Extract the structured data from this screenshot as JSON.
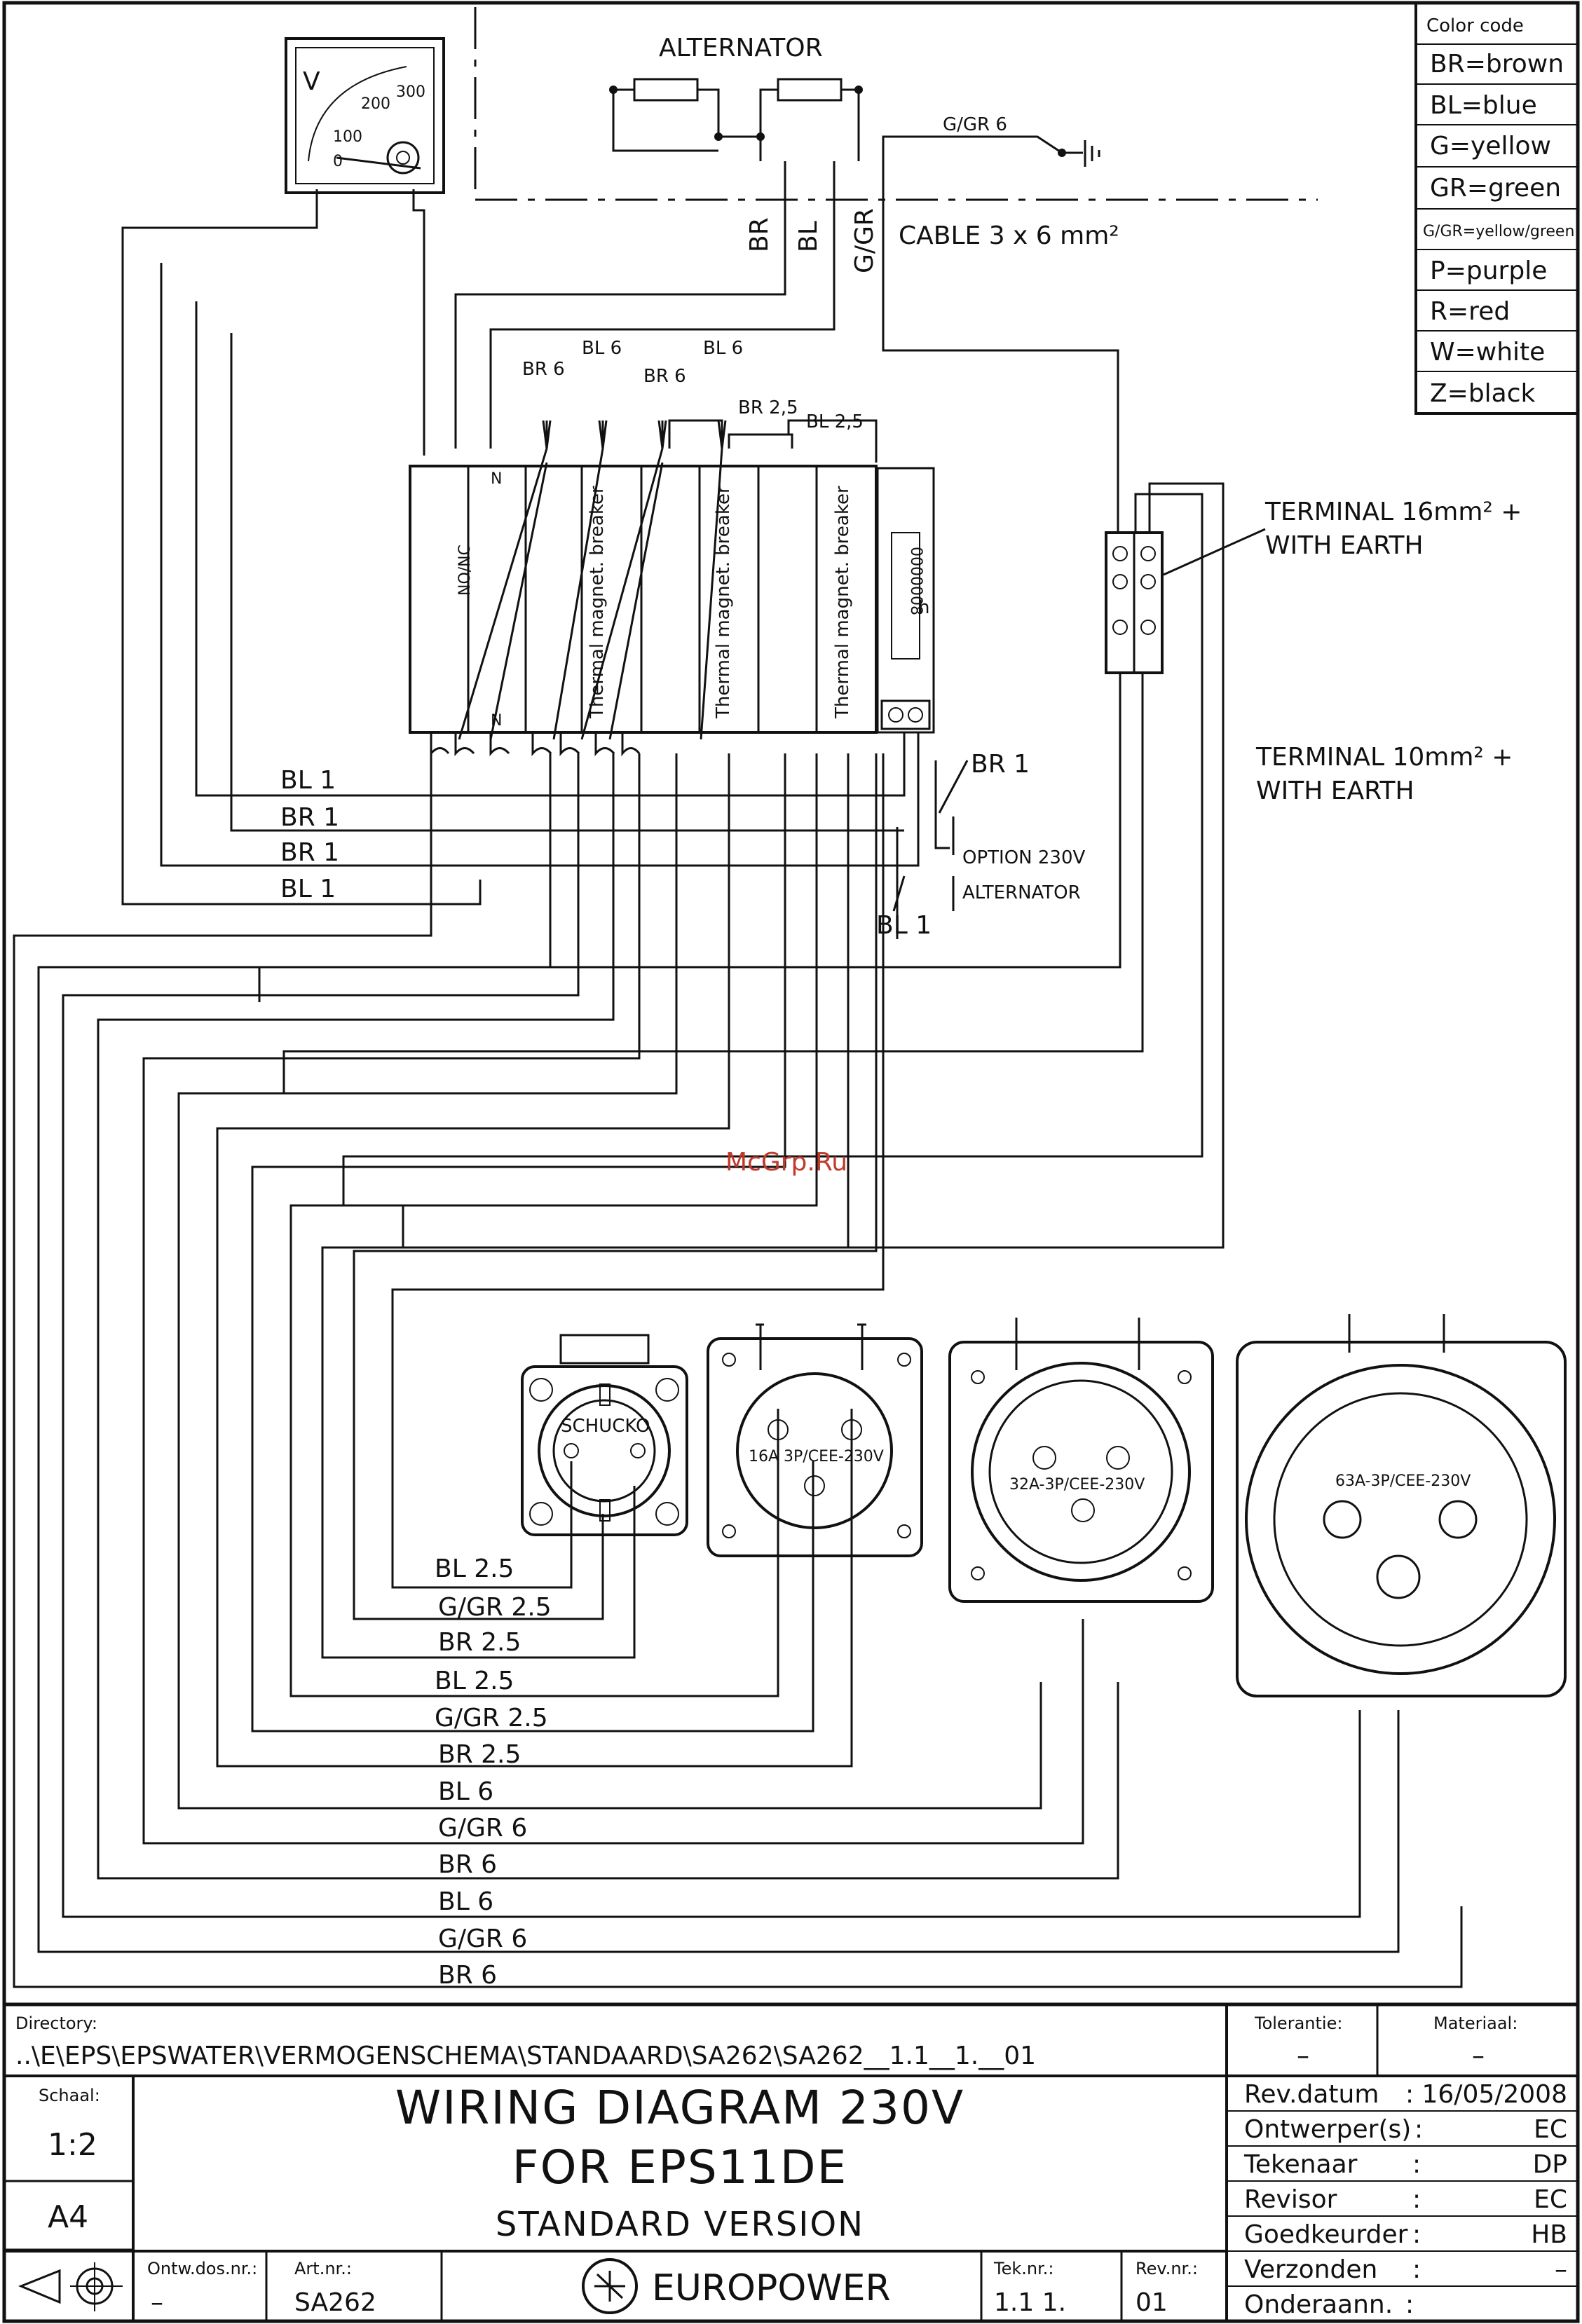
{
  "diagram": {
    "alternator_label": "ALTERNATOR",
    "cable_label": "CABLE 3 x 6 mm²",
    "voltmeter": {
      "unit": "V",
      "scale": [
        "0",
        "100",
        "200",
        "300"
      ]
    },
    "wire_top": {
      "br": "BR",
      "bl": "BL",
      "ggr": "G/GR",
      "ggr6": "G/GR 6"
    },
    "breaker_labels": {
      "br6a": "BR 6",
      "bl6a": "BL 6",
      "br6b": "BR 6",
      "bl6b": "BL 6",
      "br25": "BR 2,5",
      "bl25": "BL 2,5"
    },
    "breaker_text": "Thermal magnet. breaker",
    "module_text": "NO/NC",
    "n_label": "N",
    "hour_label": "h",
    "hour_counter": "0000008",
    "terminal16": [
      "TERMINAL 16mm² +",
      "WITH EARTH"
    ],
    "terminal10": [
      "TERMINAL 10mm² +",
      "WITH EARTH"
    ],
    "option": [
      "OPTION 230V",
      "ALTERNATOR"
    ],
    "br1": "BR 1",
    "bl1": "BL 1",
    "left_wires": [
      "BL 1",
      "BR 1",
      "BR 1",
      "BL 1"
    ],
    "bottom_wires": [
      "BL 2.5",
      "G/GR 2.5",
      "BR 2.5",
      "BL 2.5",
      "G/GR 2.5",
      "BR 2.5",
      "BL 6",
      "G/GR 6",
      "BR 6",
      "BL 6",
      "G/GR 6",
      "BR 6"
    ],
    "sockets": {
      "schucko": "SCHUCKO",
      "s16": "16A 3P/CEE-230V",
      "s32": "32A-3P/CEE-230V",
      "s63": "63A-3P/CEE-230V"
    },
    "watermark": "McGrp.Ru"
  },
  "color_code": {
    "title": "Color code",
    "entries": [
      "BR=brown",
      "BL=blue",
      "G=yellow",
      "GR=green",
      "G/GR=yellow/green",
      "P=purple",
      "R=red",
      "W=white",
      "Z=black"
    ]
  },
  "title_block": {
    "directory_label": "Directory:",
    "directory_value": "..\\E\\EPS\\EPSWATER\\VERMOGENSCHEMA\\STANDAARD\\SA262\\SA262__1.1__1.__01",
    "tolerantie_label": "Tolerantie:",
    "tolerantie_value": "–",
    "materiaal_label": "Materiaal:",
    "materiaal_value": "–",
    "schaal_label": "Schaal:",
    "schaal_value": "1:2",
    "format": "A4",
    "title_line1": "WIRING DIAGRAM 230V",
    "title_line2": "FOR EPS11DE",
    "title_line3": "STANDARD VERSION",
    "rev_rows": [
      {
        "label": "Rev.datum",
        "sep": ":",
        "value": "16/05/2008"
      },
      {
        "label": "Ontwerper(s)",
        "sep": ":",
        "value": "EC"
      },
      {
        "label": "Tekenaar",
        "sep": ":",
        "value": "DP"
      },
      {
        "label": "Revisor",
        "sep": ":",
        "value": "EC"
      },
      {
        "label": "Goedkeurder",
        "sep": ":",
        "value": "HB"
      },
      {
        "label": "Verzonden",
        "sep": ":",
        "value": "–"
      },
      {
        "label": "Onderaann.",
        "sep": ":",
        "value": ""
      }
    ],
    "ontw_label": "Ontw.dos.nr.:",
    "ontw_value": "–",
    "art_label": "Art.nr.:",
    "art_value": "SA262",
    "company": "EUROPOWER",
    "tek_label": "Tek.nr.:",
    "tek_value": "1.1 1.",
    "rev_label": "Rev.nr.:",
    "rev_value": "01"
  }
}
